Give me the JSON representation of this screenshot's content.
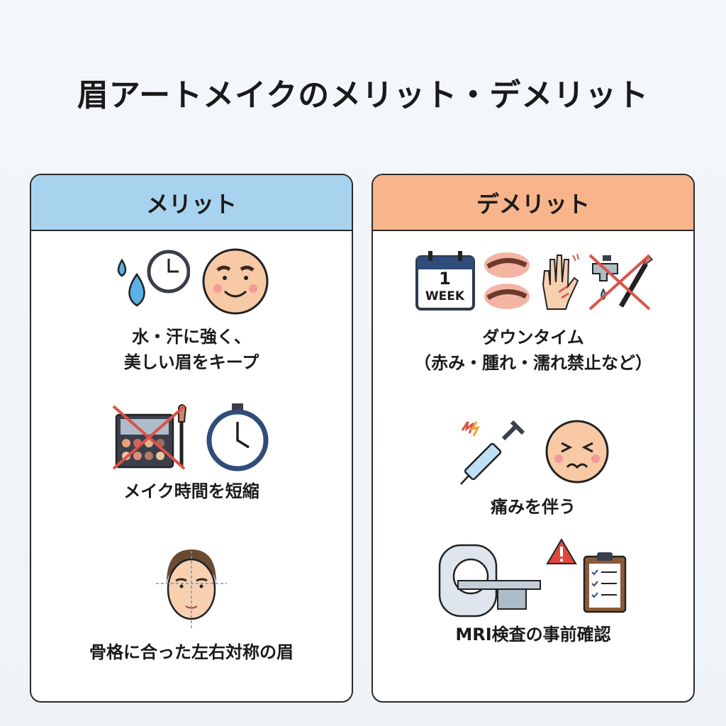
{
  "title": "眉アートメイクのメリット・デメリット",
  "merits": {
    "header": "メリット",
    "items": [
      {
        "text_lines": [
          "水・汗に強く、",
          "美しい眉をキープ"
        ],
        "icons": [
          "water-drops-icon",
          "clock-icon",
          "smiling-face-icon"
        ]
      },
      {
        "text_lines": [
          "メイク時間を短縮"
        ],
        "icons": [
          "crossed-makeup-palette-icon",
          "stopwatch-icon"
        ]
      },
      {
        "text_lines": [
          "骨格に合った左右対称の眉"
        ],
        "icons": [
          "symmetric-face-icon"
        ]
      }
    ]
  },
  "demerits": {
    "header": "デメリット",
    "items": [
      {
        "text_lines": [
          "ダウンタイム",
          "（赤み・腫れ・濡れ禁止など）"
        ],
        "icons": [
          "calendar-icon",
          "red-eyebrows-icon",
          "hand-icon",
          "no-water-makeup-icon"
        ],
        "calendar_number": "1",
        "calendar_label": "WEEK"
      },
      {
        "text_lines": [
          "痛みを伴う"
        ],
        "icons": [
          "syringe-icon",
          "pained-face-icon"
        ]
      },
      {
        "text_lines": [
          "MRI検査の事前確認"
        ],
        "icons": [
          "mri-scanner-icon",
          "warning-icon",
          "clipboard-icon"
        ]
      }
    ]
  },
  "colors": {
    "merit_header": "#a8d3ef",
    "demerit_header": "#f8b48b",
    "accent_blue": "#3a8fd0",
    "cross_red": "#d9544a"
  }
}
